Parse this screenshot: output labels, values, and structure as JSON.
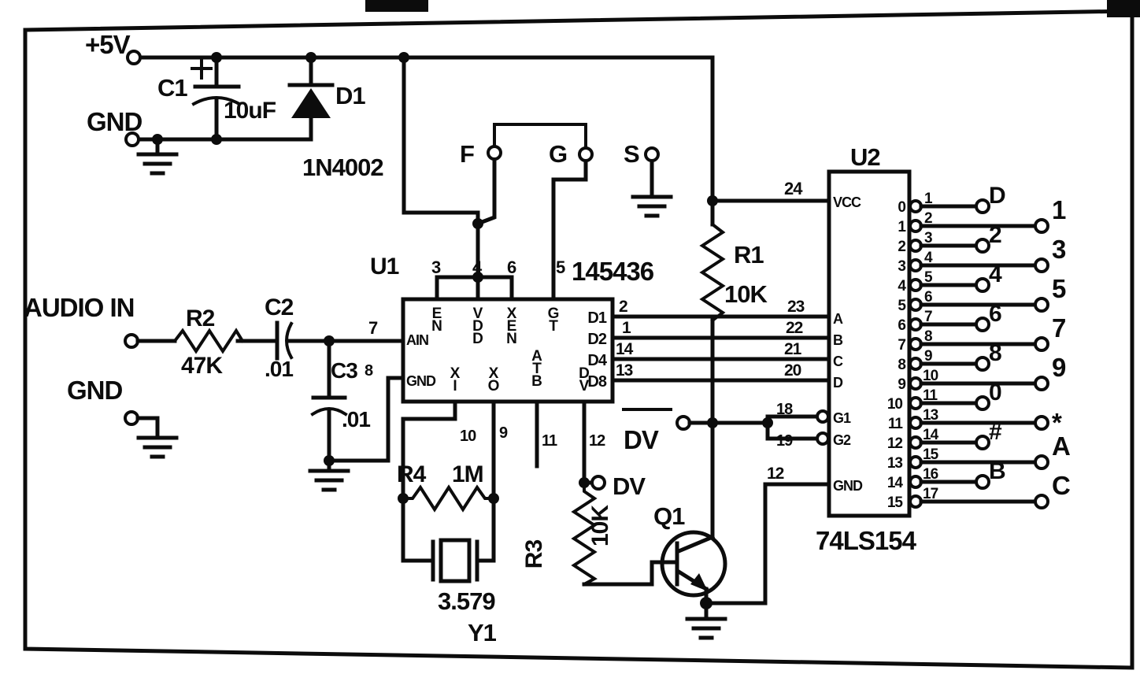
{
  "power": {
    "v5_label": "+5V",
    "gnd_label": "GND",
    "c1_ref": "C1",
    "c1_plus": "+",
    "c1_value": "10uF",
    "d1_ref": "D1",
    "d1_part": "1N4002"
  },
  "audio": {
    "audio_in_label": "AUDIO IN",
    "gnd_label": "GND",
    "r2_ref": "R2",
    "r2_value": "47K",
    "c2_ref": "C2",
    "c2_value": ".01",
    "c3_ref": "C3",
    "c3_value": ".01"
  },
  "test_points": {
    "f": "F",
    "g": "G",
    "s": "S",
    "dv": "DV",
    "dv_bar": "DV"
  },
  "u1": {
    "ref": "U1",
    "part": "145436",
    "pin_top": {
      "p3": "3",
      "p4": "4",
      "p6": "6",
      "p5": "5"
    },
    "name_top": {
      "en": "EN",
      "vdd": "VDD",
      "xen": "XEN",
      "gt": "GT"
    },
    "left": {
      "ain": "AIN",
      "gnd": "GND",
      "pin_ain": "7",
      "pin_gnd": "8"
    },
    "right": {
      "d1": "D1",
      "d2": "D2",
      "d4": "D4",
      "d8": "D8",
      "pin_d1": "2",
      "pin_d2": "1",
      "pin_d4": "14",
      "pin_d8": "13"
    },
    "bottom": {
      "xi": "XI",
      "xo": "XO",
      "atb": "ATB",
      "dv": "DV",
      "pin_xi": "10",
      "pin_xo": "9",
      "pin_atb": "11",
      "pin_dv": "12"
    }
  },
  "r1": {
    "ref": "R1",
    "value": "10K"
  },
  "r3": {
    "ref": "R3",
    "value": "10K"
  },
  "r4": {
    "ref": "R4",
    "value": "1M"
  },
  "y1": {
    "ref": "Y1",
    "value": "3.579"
  },
  "q1": {
    "ref": "Q1"
  },
  "u2": {
    "ref": "U2",
    "part": "74LS154",
    "left_pins": [
      {
        "num": "24",
        "name": "VCC"
      },
      {
        "num": "23",
        "name": "A"
      },
      {
        "num": "22",
        "name": "B"
      },
      {
        "num": "21",
        "name": "C"
      },
      {
        "num": "20",
        "name": "D"
      },
      {
        "num": "18",
        "name": "G1"
      },
      {
        "num": "19",
        "name": "G2"
      },
      {
        "num": "12",
        "name": "GND"
      }
    ],
    "outputs": [
      {
        "inner": "0",
        "pin": "1",
        "terminal": "D"
      },
      {
        "inner": "1",
        "pin": "2",
        "terminal": "1"
      },
      {
        "inner": "2",
        "pin": "3",
        "terminal": "2"
      },
      {
        "inner": "3",
        "pin": "4",
        "terminal": "3"
      },
      {
        "inner": "4",
        "pin": "5",
        "terminal": "4"
      },
      {
        "inner": "5",
        "pin": "6",
        "terminal": "5"
      },
      {
        "inner": "6",
        "pin": "7",
        "terminal": "6"
      },
      {
        "inner": "7",
        "pin": "8",
        "terminal": "7"
      },
      {
        "inner": "8",
        "pin": "9",
        "terminal": "8"
      },
      {
        "inner": "9",
        "pin": "10",
        "terminal": "9"
      },
      {
        "inner": "10",
        "pin": "11",
        "terminal": "0"
      },
      {
        "inner": "11",
        "pin": "13",
        "terminal": "*"
      },
      {
        "inner": "12",
        "pin": "14",
        "terminal": "#"
      },
      {
        "inner": "13",
        "pin": "15",
        "terminal": "A"
      },
      {
        "inner": "14",
        "pin": "16",
        "terminal": "B"
      },
      {
        "inner": "15",
        "pin": "17",
        "terminal": "C"
      }
    ]
  }
}
